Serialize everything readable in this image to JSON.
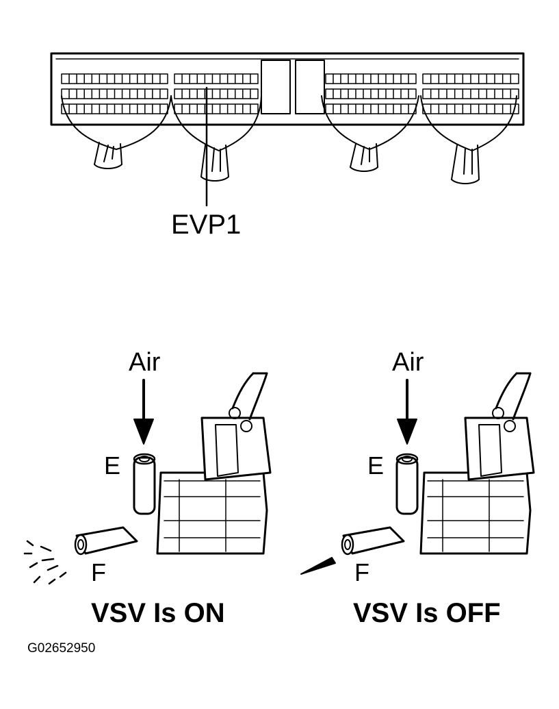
{
  "connector": {
    "pin_label": "EVP1"
  },
  "vsv_on": {
    "air_label": "Air",
    "port_e": "E",
    "port_f": "F",
    "caption": "VSV Is ON"
  },
  "vsv_off": {
    "air_label": "Air",
    "port_e": "E",
    "port_f": "F",
    "caption": "VSV Is OFF"
  },
  "figure_code": "G02652950"
}
